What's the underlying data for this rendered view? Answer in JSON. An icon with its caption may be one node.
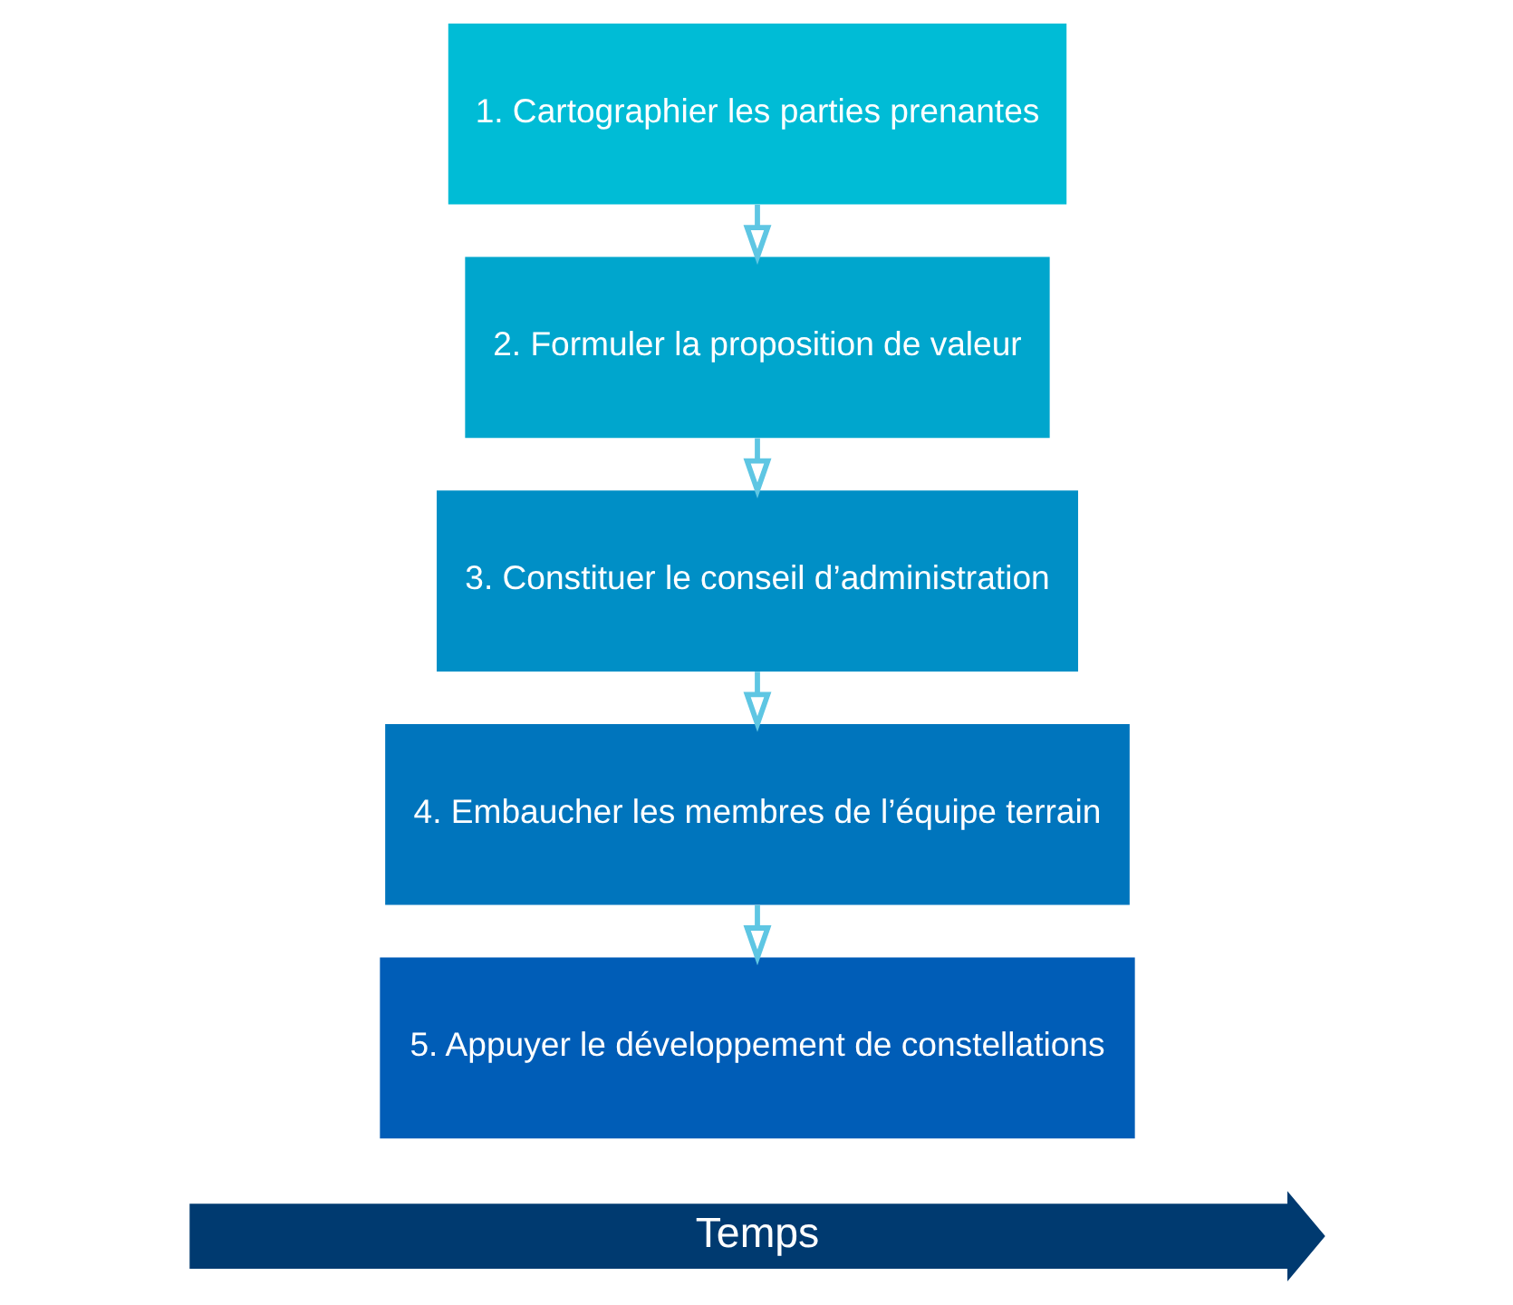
{
  "diagram": {
    "nodes": [
      {
        "text": [
          "1. Cartographier les parties prenantes"
        ]
      },
      {
        "text": [
          "2. Formuler la proposition de valeur"
        ]
      },
      {
        "text": [
          "3. Constituer le conseil d’administration"
        ]
      },
      {
        "text": [
          "4. Embaucher les membres de l’équipe terrain"
        ]
      },
      {
        "text": [
          "5. Appuyer le développement de constellations"
        ]
      },
      {
        "text": [
          "Temps"
        ]
      }
    ],
    "edges": [
      {
        "from": 0,
        "to": 1,
        "arrow": "to"
      },
      {
        "from": 1,
        "to": 2,
        "arrow": "to"
      },
      {
        "from": 2,
        "to": 3,
        "arrow": "to"
      },
      {
        "from": 3,
        "to": 4,
        "arrow": "to"
      }
    ]
  }
}
